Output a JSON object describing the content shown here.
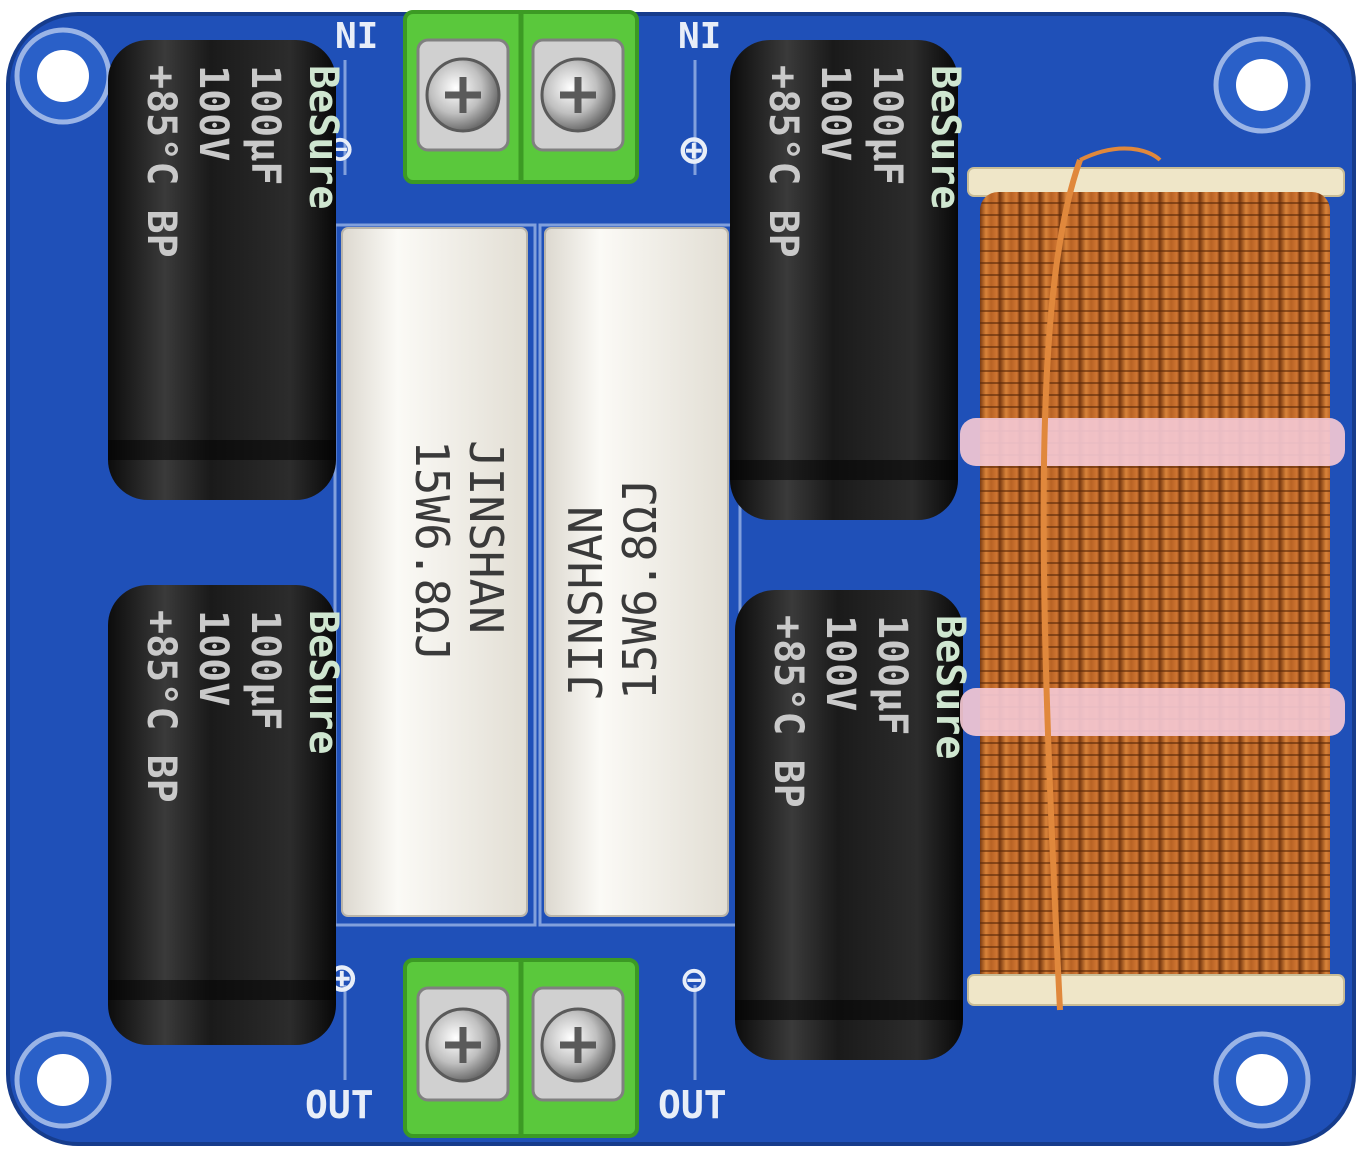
{
  "board": {
    "input_label_left": "NI",
    "input_label_right": "NI",
    "output_label_left": "OUT",
    "output_label_right": "OUT",
    "polarity_minus": "⊖",
    "polarity_plus": "⊕"
  },
  "capacitors": [
    {
      "brand": "BeSure",
      "capacitance": "100μF",
      "voltage": "100V",
      "temp": "+85°C BP"
    },
    {
      "brand": "BeSure",
      "capacitance": "100μF",
      "voltage": "100V",
      "temp": "+85°C BP"
    },
    {
      "brand": "BeSure",
      "capacitance": "100μF",
      "voltage": "100V",
      "temp": "+85°C BP"
    },
    {
      "brand": "BeSure",
      "capacitance": "100μF",
      "voltage": "100V",
      "temp": "+85°C BP"
    }
  ],
  "resistors": [
    {
      "brand": "JINSHAN",
      "rating": "15W6.8ΩJ"
    },
    {
      "brand": "JINSHAN",
      "rating": "15W6.8ΩJ"
    }
  ],
  "colors": {
    "pcb": "#1f50b8",
    "terminal": "#5ac83c",
    "capacitor": "#1c1c1c",
    "resistor": "#f4f2ec",
    "coil": "#c86a28"
  },
  "icons": [
    "mounting-hole-icon",
    "screw-terminal-icon",
    "inductor-coil-icon"
  ]
}
